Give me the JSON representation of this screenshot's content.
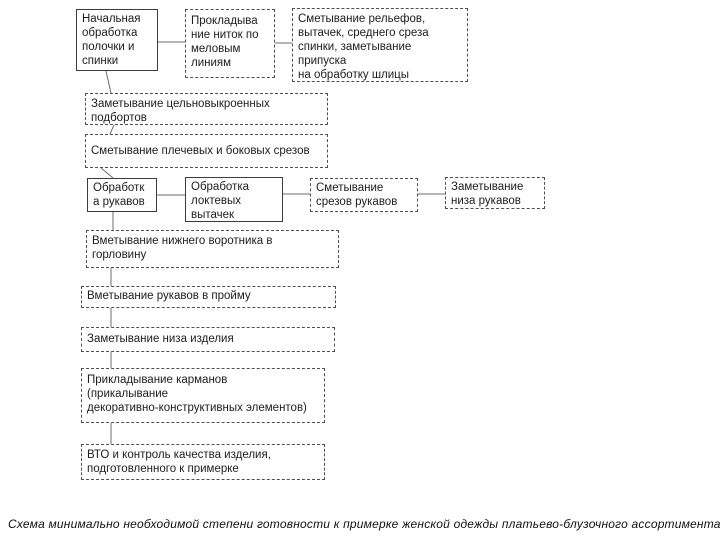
{
  "diagram": {
    "colors": {
      "border_solid": "#3c3c3c",
      "border_dashed": "#4f4f4f",
      "connector": "#6e6e6e",
      "text": "#1c1c1c",
      "background": "#ffffff"
    },
    "boxes": [
      {
        "name": "initial-processing-front-back",
        "style": "solid",
        "text": "Начальная\nобработка\nполочки и\nспинки"
      },
      {
        "name": "thread-marking-chalk-lines",
        "style": "dashed",
        "text": "Прокладыва\nние ниток по\nмеловым\nлиниям"
      },
      {
        "name": "basting-reliefs-darts-back",
        "style": "dashed",
        "text": "Сметывание рельефов,\nвытачек, среднего среза\nспинки, заметывание\nприпуска\nна обработку шлицы"
      },
      {
        "name": "basting-cut-in-one-facings",
        "style": "dashed",
        "text": "Заметывание цельновыкроенных\nподбортов"
      },
      {
        "name": "basting-shoulder-side-seams",
        "style": "dashed",
        "text": "Сметывание плечевых и боковых срезов"
      },
      {
        "name": "sleeve-processing",
        "style": "solid",
        "text": "Обработк\nа рукавов"
      },
      {
        "name": "elbow-darts-processing",
        "style": "solid",
        "text": "Обработка\nлоктевых\nвытачек"
      },
      {
        "name": "basting-sleeve-seams",
        "style": "dashed",
        "text": "Сметывание\nсрезов рукавов"
      },
      {
        "name": "basting-sleeve-hem",
        "style": "dashed",
        "text": "Заметывание\nниза рукавов"
      },
      {
        "name": "under-collar-into-neckline",
        "style": "dashed",
        "text": "Вметывание нижнего воротника в\nгорловину"
      },
      {
        "name": "sleeves-into-armhole",
        "style": "dashed",
        "text": "Вметывание рукавов в пройму"
      },
      {
        "name": "basting-product-hem",
        "style": "dashed",
        "text": "Заметывание низа изделия"
      },
      {
        "name": "pockets-attachment",
        "style": "dashed",
        "text": "Прикладывание карманов\n(прикалывание\nдекоративно-конструктивных элементов)"
      },
      {
        "name": "wto-quality-control",
        "style": "dashed",
        "text": "ВТО и контроль качества изделия,\nподготовленного к примерке"
      }
    ],
    "caption": "Схема минимально необходимой степени готовности к примерке женской одежды платьево-блузочного ассортимента"
  }
}
